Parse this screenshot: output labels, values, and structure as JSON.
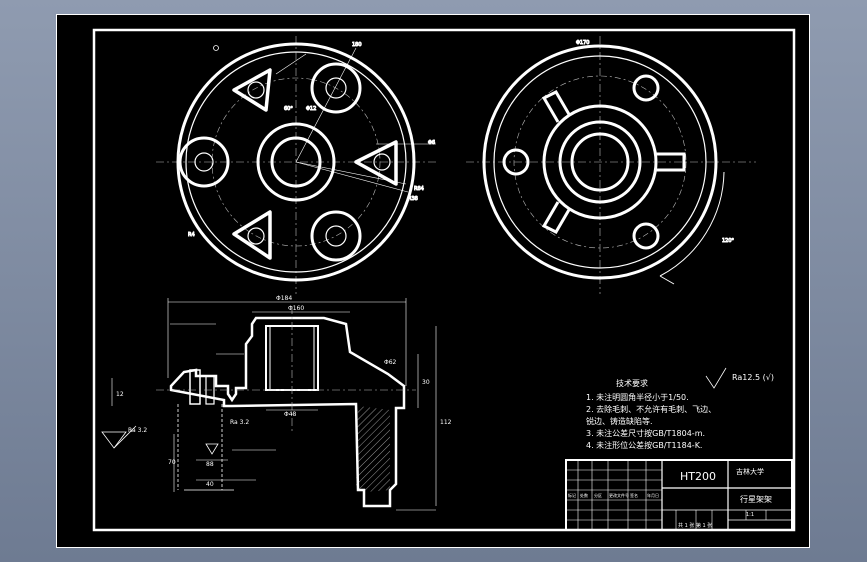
{
  "drawing": {
    "material": "HT200",
    "part_name": "行星架架",
    "school": "吉林大学",
    "scale": "1:1",
    "roughness_note": "Ra12.5 (√)",
    "notes_title": "技术要求",
    "notes": [
      "1. 未注明圆角半径小于1/50.",
      "2. 去除毛刺、不允许有毛刺、飞边、",
      "   锐边、铸造缺陷等.",
      "3. 未注公差尺寸按GB/T1804-m.",
      "4. 未注形位公差按GB/T1184-K."
    ],
    "title_block": {
      "row_labels": [
        "标记",
        "处数",
        "分区",
        "更改文件号",
        "签名",
        "年月日"
      ],
      "sheet": "共 1 张 第 1 张"
    },
    "dims": {
      "d184": "Φ184",
      "d160": "Φ160",
      "d48": "Φ48",
      "d62": "Φ62",
      "d30": "30",
      "d12": "12",
      "d70": "70",
      "d112": "112",
      "d88": "88",
      "d40": "40",
      "ra": "Ra 3.2"
    }
  },
  "colors": {
    "line": "#ffffff",
    "center": "#cfcfcf",
    "background": "#000000"
  }
}
